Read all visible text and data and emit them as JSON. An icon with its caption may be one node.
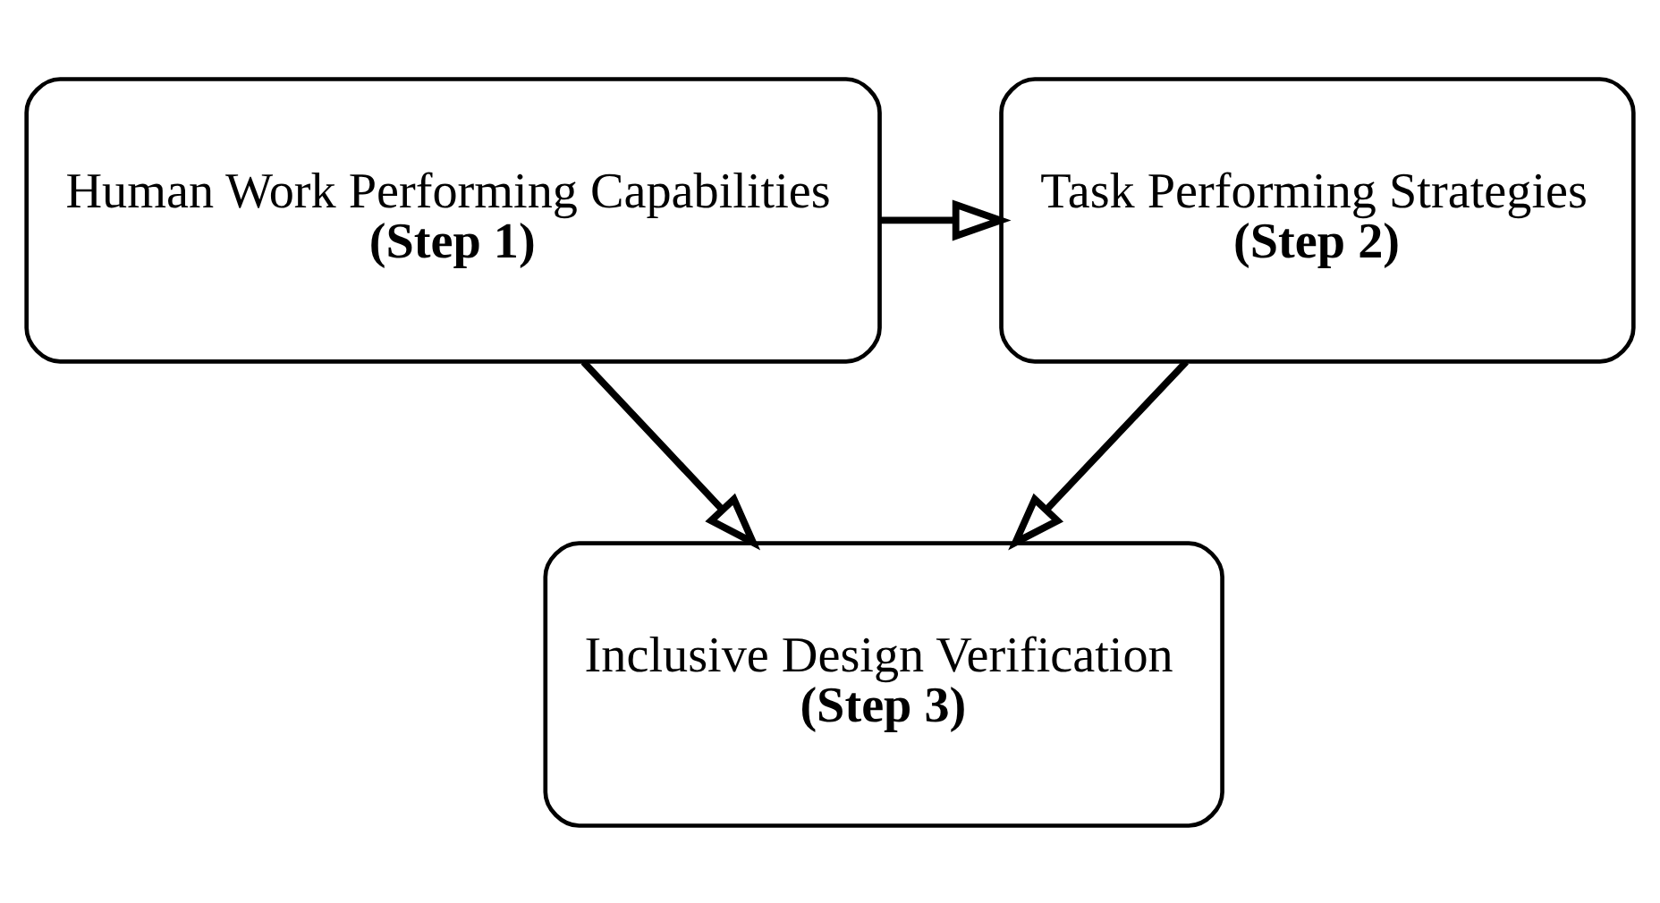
{
  "diagram": {
    "nodes": [
      {
        "text": [
          "Human Work Performing Capabilities",
          "(Step 1)"
        ]
      },
      {
        "text": [
          "Task Performing Strategies",
          "(Step 2)"
        ]
      },
      {
        "text": [
          "Inclusive Design Verification",
          "(Step 3)"
        ]
      }
    ],
    "edges": [
      {
        "from": 0,
        "to": 1,
        "arrow": "to"
      },
      {
        "from": 0,
        "to": 2,
        "arrow": "to"
      },
      {
        "from": 1,
        "to": 2,
        "arrow": "to"
      }
    ]
  }
}
